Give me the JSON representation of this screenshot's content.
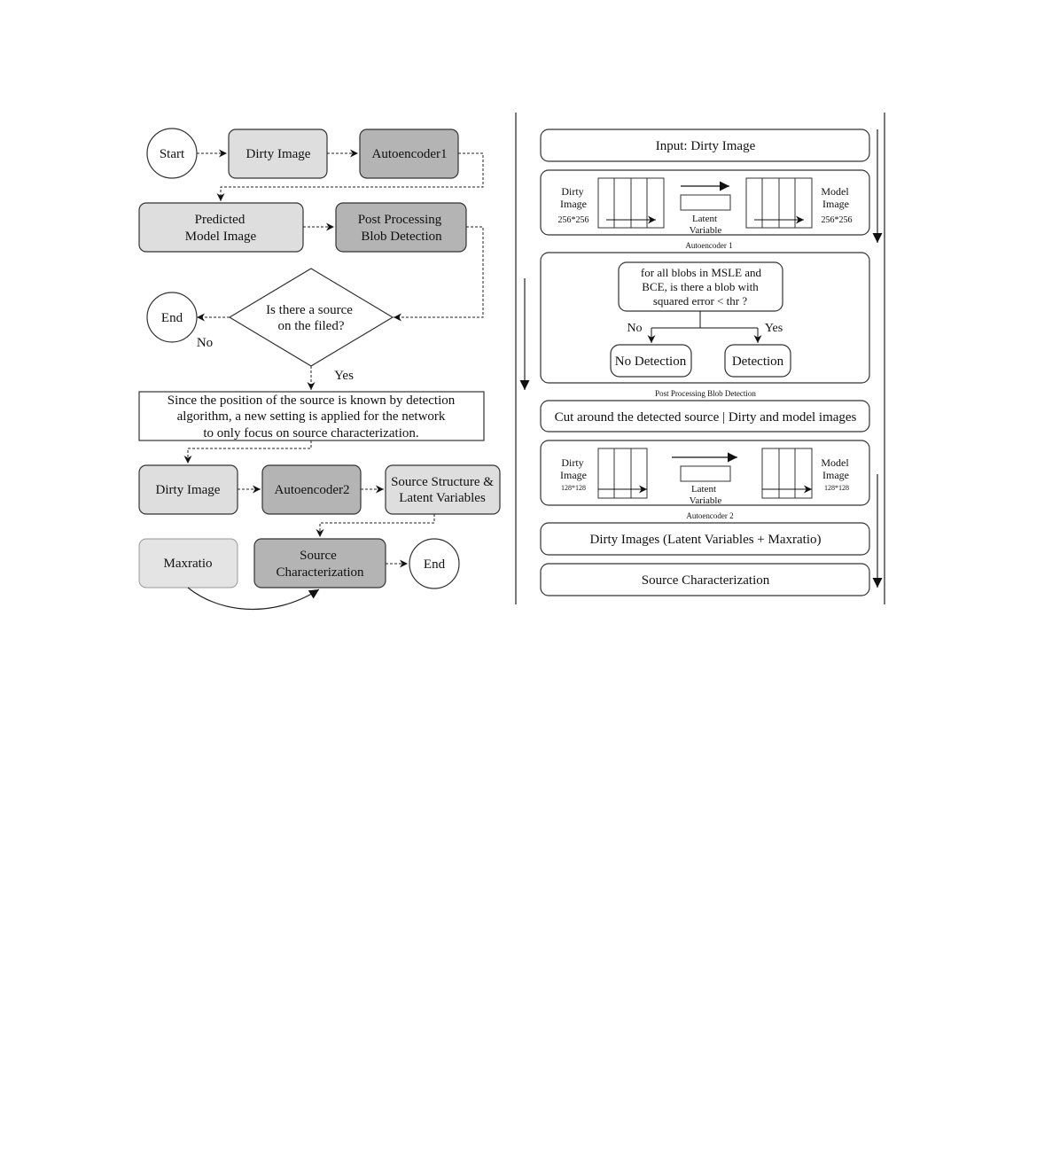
{
  "left_flow": {
    "start": "Start",
    "dirty_image_1": "Dirty Image",
    "autoencoder1": "Autoencoder1",
    "predicted_model_image": [
      "Predicted",
      "Model Image"
    ],
    "post_processing": [
      "Post Processing",
      "Blob Detection"
    ],
    "decision": [
      "Is there a source",
      "on the filed?"
    ],
    "end_1": "End",
    "no": "No",
    "yes": "Yes",
    "note": [
      "Since the position of the source is known by detection",
      "algorithm, a new setting is applied for the network",
      "to only focus on source characterization."
    ],
    "dirty_image_2": "Dirty Image",
    "autoencoder2": "Autoencoder2",
    "source_structure": [
      "Source Structure &",
      "Latent Variables"
    ],
    "maxratio": "Maxratio",
    "source_characterization": [
      "Source",
      "Characterization"
    ],
    "end_2": "End"
  },
  "right_flow": {
    "input": "Input: Dirty Image",
    "ae1": {
      "left_label": [
        "Dirty",
        "Image"
      ],
      "left_size": "256*256",
      "latent": [
        "Latent",
        "Variable"
      ],
      "right_label": [
        "Model",
        "Image"
      ],
      "right_size": "256*256",
      "caption": "Autoencoder 1"
    },
    "blob": {
      "question": [
        "for all blobs in MSLE and",
        "BCE, is there a blob with",
        "squared error < thr ?"
      ],
      "no": "No",
      "yes": "Yes",
      "no_detection": "No Detection",
      "detection": "Detection",
      "caption": "Post Processing Blob Detection"
    },
    "cut": "Cut around the detected source | Dirty and  model images",
    "ae2": {
      "left_label": [
        "Dirty",
        "Image"
      ],
      "left_size": "128*128",
      "latent": [
        "Latent",
        "Variable"
      ],
      "right_label": [
        "Model",
        "Image"
      ],
      "right_size": "128*128",
      "caption": "Autoencoder 2"
    },
    "dirty_images": "Dirty Images (Latent Variables + Maxratio)",
    "source_char": "Source Characterization"
  },
  "colors": {
    "light_box": "#dedede",
    "dark_box": "#b4b4b4",
    "maxratio_box": "#e4e4e4",
    "stroke": "#333333"
  }
}
